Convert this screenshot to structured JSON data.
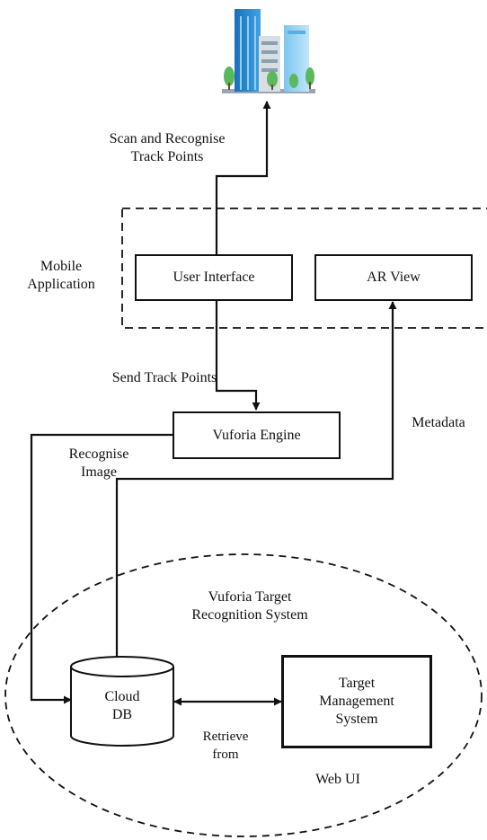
{
  "icon": "city-buildings-icon",
  "labels": {
    "scan": [
      "Scan and Recognise",
      "Track Points"
    ],
    "mobile_app": [
      "Mobile",
      "Application"
    ],
    "send": "Send Track Points",
    "recognise": [
      "Recognise",
      "Image"
    ],
    "metadata": "Metadata",
    "vuforia_system": [
      "Vuforia Target",
      "Recognition System"
    ],
    "retrieve": [
      "Retrieve",
      "from"
    ],
    "web_ui": "Web UI"
  },
  "boxes": {
    "user_interface": "User Interface",
    "ar_view": "AR View",
    "vuforia_engine": "Vuforia Engine",
    "cloud_db": [
      "Cloud",
      "DB"
    ],
    "tms": [
      "Target",
      "Management",
      "System"
    ]
  }
}
